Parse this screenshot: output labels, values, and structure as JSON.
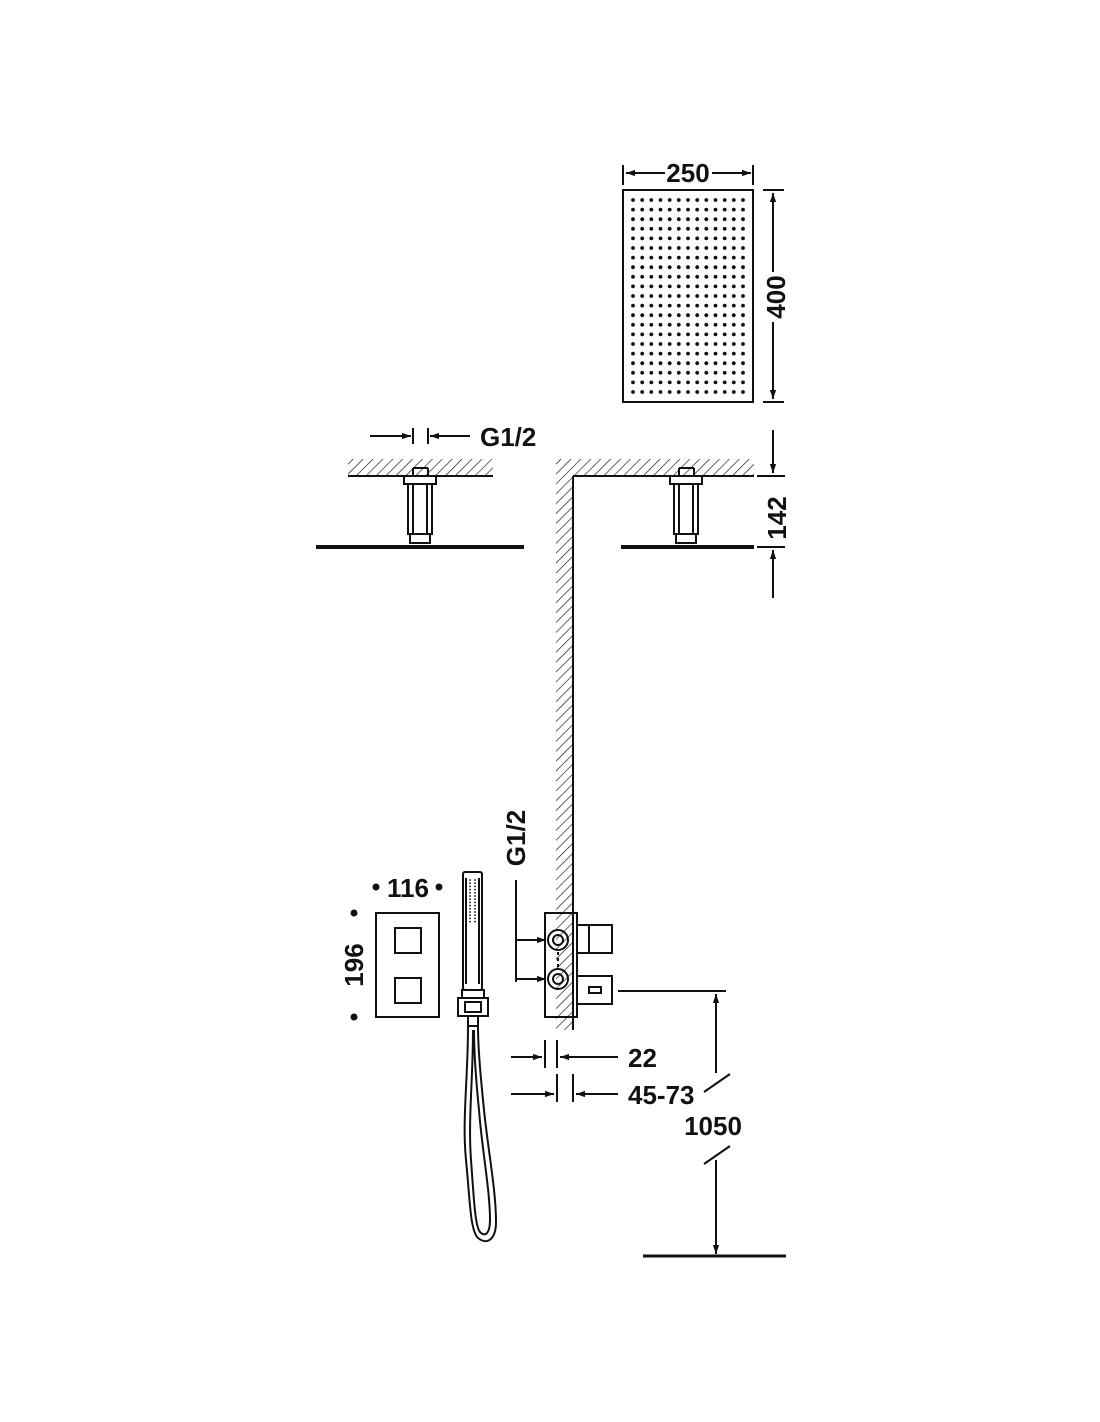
{
  "dimensions": {
    "shower_head_width": "250",
    "shower_head_length": "400",
    "arm_thread": "G1/2",
    "arm_drop": "142",
    "valve_thread": "G1/2",
    "plate_width": "116",
    "plate_height": "196",
    "wall_offset": "22",
    "recess_depth": "45-73",
    "valve_height": "1050"
  },
  "colors": {
    "line": "#111111",
    "background": "#ffffff"
  }
}
